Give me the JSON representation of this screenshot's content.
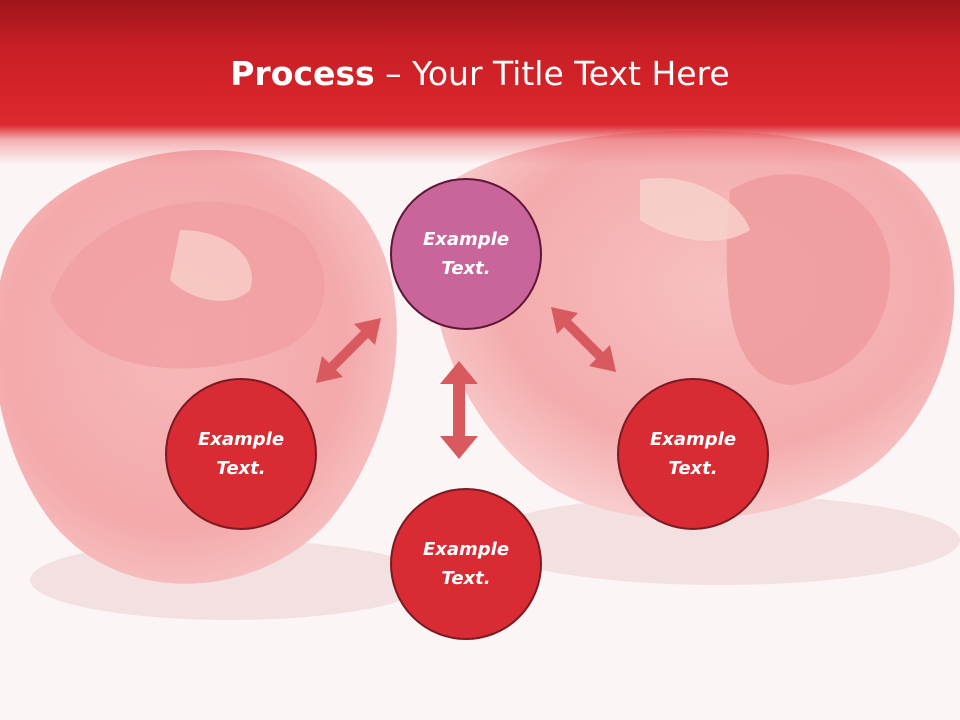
{
  "slide": {
    "title_bold": "Process",
    "title_rest": " – Your Title Text Here"
  },
  "circles": [
    {
      "text": "Example Text.",
      "color": "#c9659a"
    },
    {
      "text": "Example Text.",
      "color": "#d92b33"
    },
    {
      "text": "Example Text.",
      "color": "#d92b33"
    },
    {
      "text": "Example Text.",
      "color": "#d92b33"
    }
  ],
  "colors": {
    "header": "#d8242a",
    "arrow": "#d85a5e",
    "background": "#fcf5f6"
  }
}
